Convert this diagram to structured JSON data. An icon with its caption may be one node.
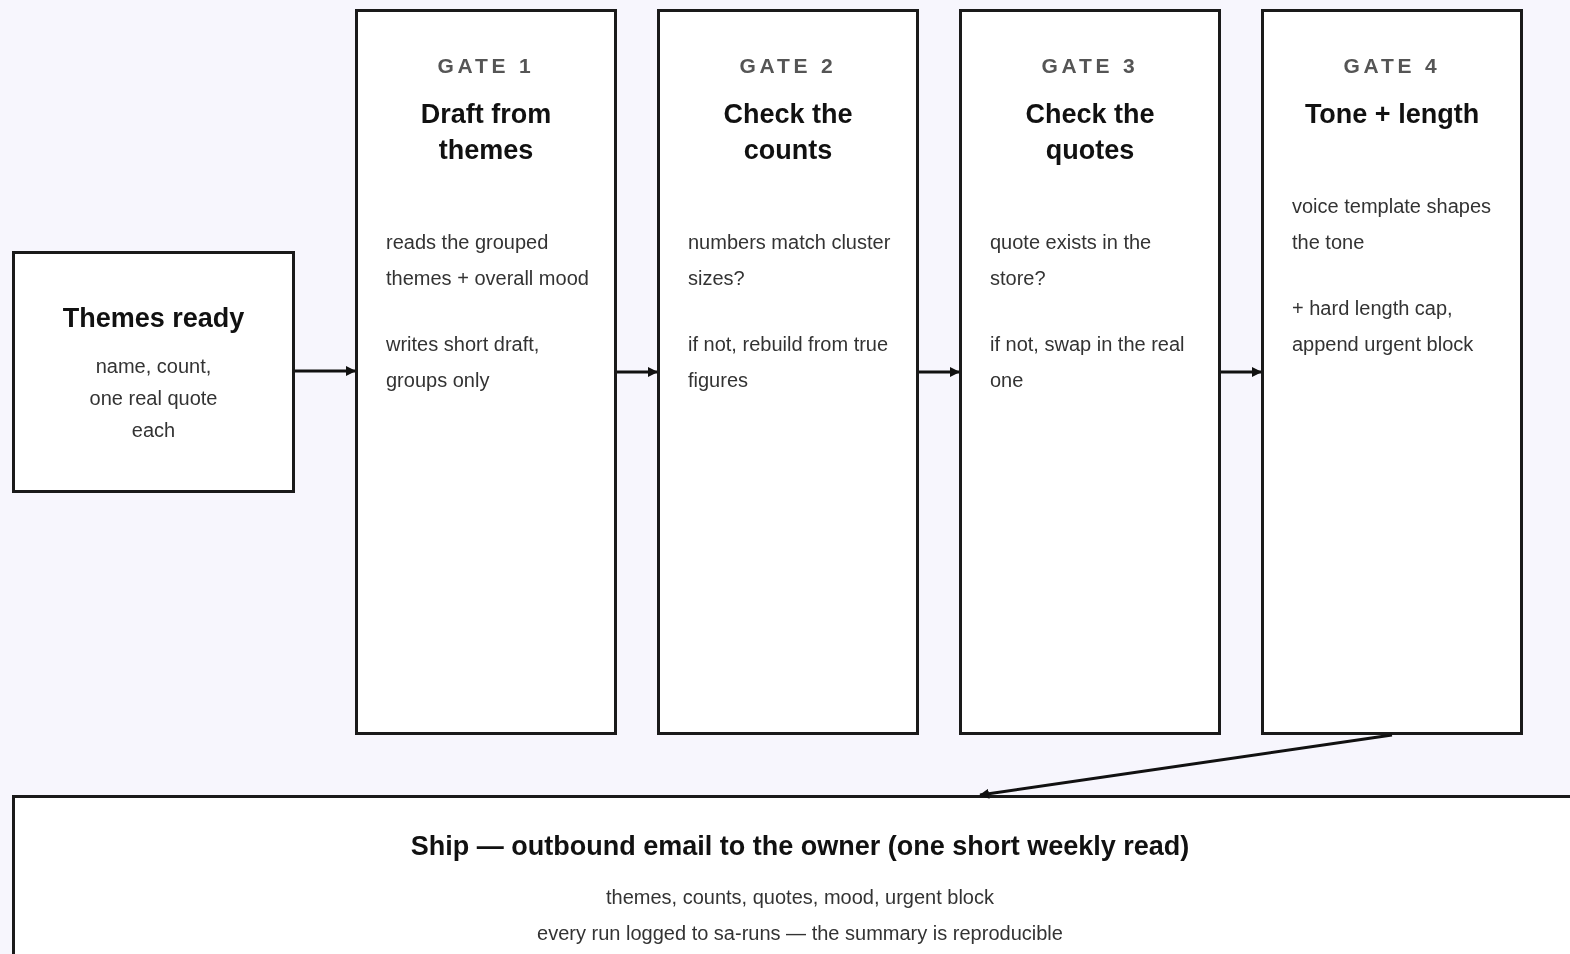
{
  "diagram": {
    "nodes": [
      {
        "text": [
          "Themes ready",
          "name, count, one real quote each"
        ]
      },
      {
        "text": [
          "GATE 1",
          "Draft from themes",
          "reads the grouped themes + overall mood",
          "writes short draft, groups only"
        ]
      },
      {
        "text": [
          "GATE 2",
          "Check the counts",
          "numbers match cluster sizes?",
          "if not, rebuild from true figures"
        ]
      },
      {
        "text": [
          "GATE 3",
          "Check the quotes",
          "quote exists in the store?",
          "if not, swap in the real one"
        ]
      },
      {
        "text": [
          "GATE 4",
          "Tone + length",
          "voice template shapes the tone",
          "+ hard length cap, append urgent block"
        ]
      },
      {
        "text": [
          "Ship — outbound email to the owner (one short weekly read)",
          "themes, counts, quotes, mood, urgent block",
          "every run logged to sa-runs — the summary is reproducible"
        ]
      }
    ],
    "edges": [
      {
        "from": 0,
        "to": 1,
        "arrow": "to"
      },
      {
        "from": 1,
        "to": 2,
        "arrow": "to"
      },
      {
        "from": 2,
        "to": 3,
        "arrow": "to"
      },
      {
        "from": 3,
        "to": 4,
        "arrow": "to"
      },
      {
        "from": 4,
        "to": 5,
        "arrow": "to"
      }
    ]
  }
}
